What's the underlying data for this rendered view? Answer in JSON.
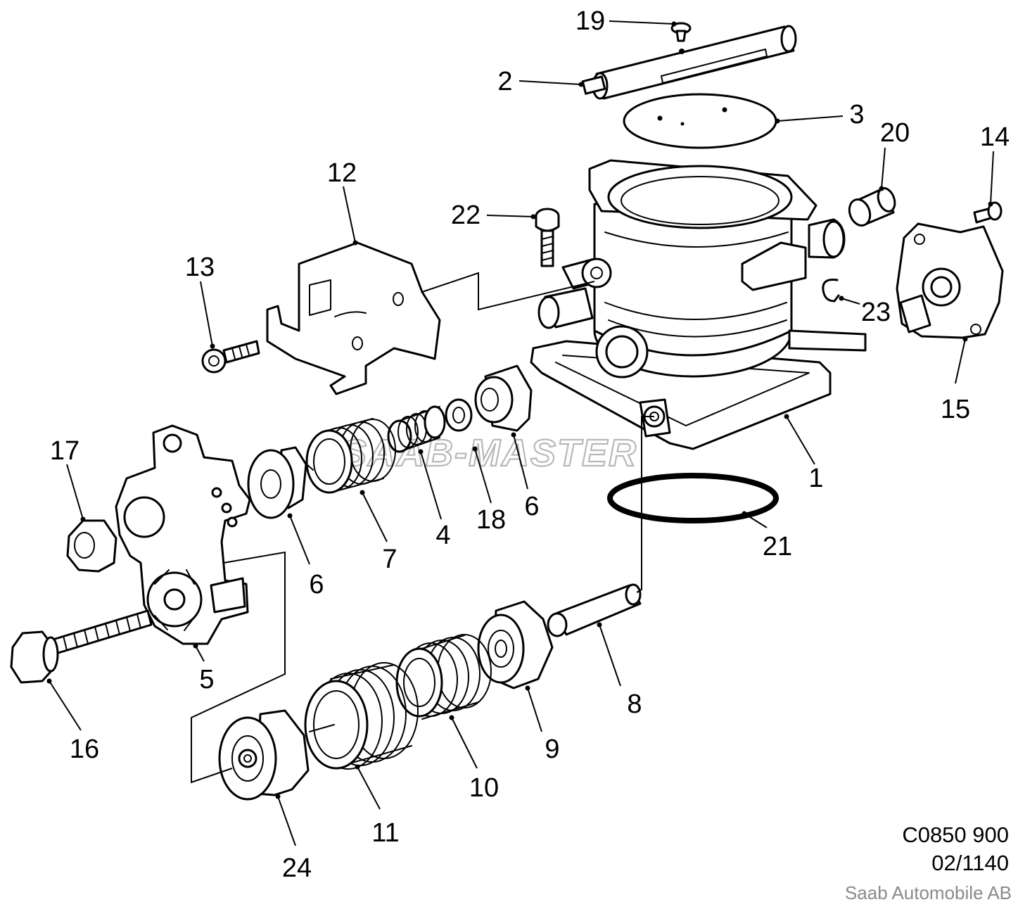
{
  "callouts": [
    {
      "n": "1"
    },
    {
      "n": "2"
    },
    {
      "n": "3"
    },
    {
      "n": "4"
    },
    {
      "n": "5"
    },
    {
      "n": "6"
    },
    {
      "n": "6"
    },
    {
      "n": "7"
    },
    {
      "n": "8"
    },
    {
      "n": "9"
    },
    {
      "n": "10"
    },
    {
      "n": "11"
    },
    {
      "n": "12"
    },
    {
      "n": "13"
    },
    {
      "n": "14"
    },
    {
      "n": "15"
    },
    {
      "n": "16"
    },
    {
      "n": "17"
    },
    {
      "n": "18"
    },
    {
      "n": "19"
    },
    {
      "n": "20"
    },
    {
      "n": "21"
    },
    {
      "n": "22"
    },
    {
      "n": "23"
    },
    {
      "n": "24"
    }
  ],
  "reference": {
    "code": "C0850 900",
    "sheet": "02/1140"
  },
  "copyright": "Saab Automobile AB",
  "watermark": "SAAB-MASTER"
}
